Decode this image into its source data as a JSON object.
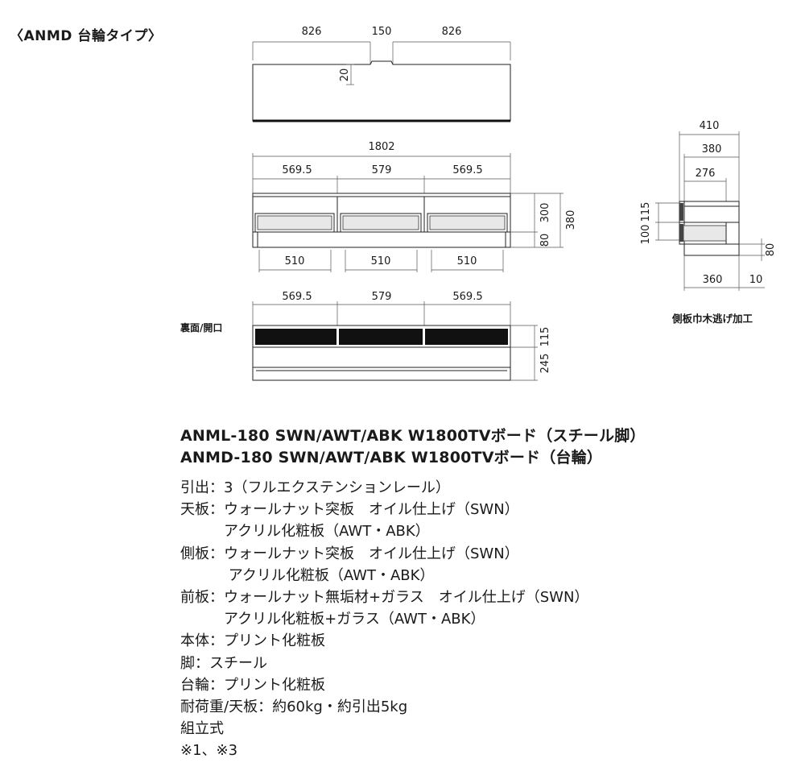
{
  "heading": "〈ANMD 台輪タイプ〉",
  "labels": {
    "rear_open": "裏面/開口",
    "side_note": "側板巾木逃げ加工"
  },
  "dimensions": {
    "top_left": "826",
    "top_mid": "150",
    "top_right": "826",
    "top_depth": "20",
    "total_width": "1802",
    "front_left": "569.5",
    "front_mid": "579",
    "front_right": "569.5",
    "front_h_upper": "300",
    "front_h_base": "80",
    "front_h_total": "380",
    "drawer_left": "510",
    "drawer_mid": "510",
    "drawer_right": "510",
    "rear_left": "569.5",
    "rear_mid": "579",
    "rear_right": "569.5",
    "rear_h_upper": "115",
    "rear_h_lower": "245",
    "side_total": "410",
    "side_body": "380",
    "side_inner": "276",
    "side_h_a": "115",
    "side_h_b": "100",
    "side_h_base": "80",
    "side_bottom_a": "360",
    "side_bottom_b": "10"
  },
  "products": [
    "ANML-180 SWN/AWT/ABK W1800TVボード（スチール脚）",
    "ANMD-180 SWN/AWT/ABK W1800TVボード（台輪）"
  ],
  "spec_lines": [
    "引出：3（フルエクステンションレール）",
    "天板：ウォールナット突板　オイル仕上げ（SWN）",
    "　　　アクリル化粧板（AWT・ABK）",
    "側板：ウォールナット突板　オイル仕上げ（SWN）",
    "　　　 アクリル化粧板（AWT・ABK）",
    "前板：ウォールナット無垢材+ガラス　オイル仕上げ（SWN）",
    "　　　アクリル化粧板+ガラス（AWT・ABK）",
    "本体：プリント化粧板",
    "脚：スチール",
    "台輪：プリント化粧板",
    "耐荷重/天板：約60kg・約引出5kg",
    "組立式",
    "※1、※3"
  ]
}
